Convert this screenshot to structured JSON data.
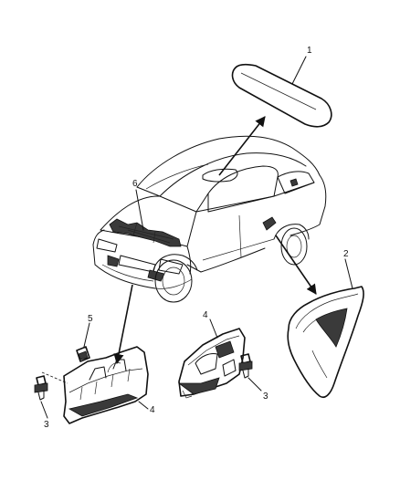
{
  "callouts": {
    "c1": "1",
    "c2": "2",
    "c3a": "3",
    "c3b": "3",
    "c4a": "4",
    "c4b": "4",
    "c5": "5",
    "c6": "6"
  }
}
